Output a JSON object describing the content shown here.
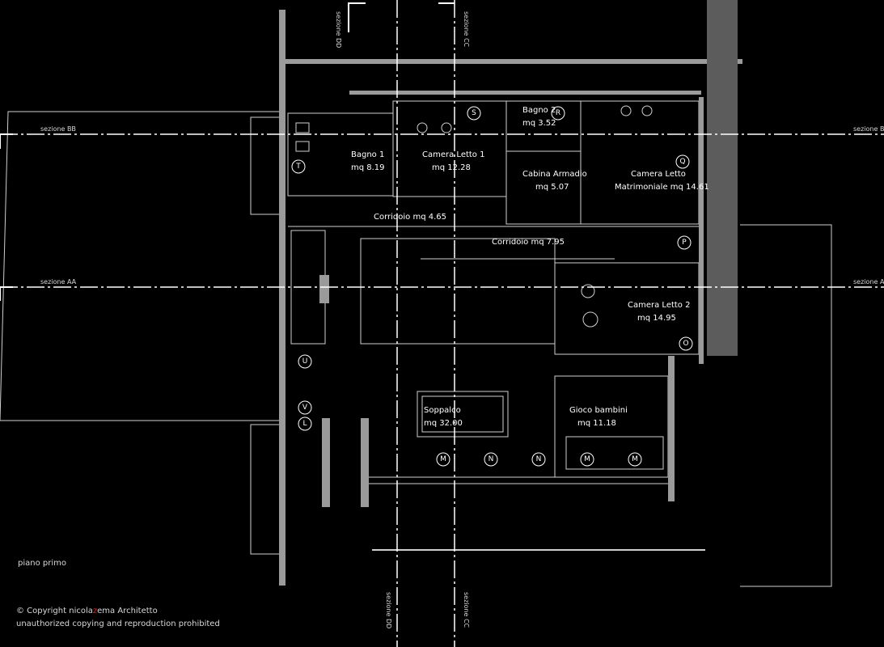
{
  "floor_name": "piano primo",
  "copyright": {
    "line1_prefix": "© Copyright ",
    "brand_a": "nicola",
    "brand_b": "z",
    "brand_c": "ema",
    "brand_suffix": " Architetto",
    "line2": "unauthorized copying and reproduction prohibited"
  },
  "sections": {
    "bb": "sezione BB",
    "aa": "sezione AA",
    "dd": "sezione DD",
    "cc": "sezione CC"
  },
  "rooms": [
    {
      "id": "bagno1",
      "name": "Bagno 1",
      "area": "mq 8.19"
    },
    {
      "id": "camera1",
      "name": "Camera Letto 1",
      "area": "mq 12.28"
    },
    {
      "id": "bagno2",
      "name": "Bagno 2",
      "area": "mq 3.52"
    },
    {
      "id": "cabina",
      "name": "Cabina Armadio",
      "area": "mq 5.07"
    },
    {
      "id": "matrimoniale",
      "name": "Camera Letto",
      "area": "Matrimoniale mq 14.61"
    },
    {
      "id": "corridoio1",
      "name": "Corridoio mq 4.65",
      "area": ""
    },
    {
      "id": "corridoio2",
      "name": "Corridoio mq 7.95",
      "area": ""
    },
    {
      "id": "camera2",
      "name": "Camera Letto 2",
      "area": "mq 14.95"
    },
    {
      "id": "soppalco",
      "name": "Soppalco",
      "area": "mq 32.00"
    },
    {
      "id": "gioco",
      "name": "Gioco bambini",
      "area": "mq 11.18"
    }
  ],
  "markers": [
    "S",
    "R",
    "T",
    "Q",
    "P",
    "O",
    "U",
    "V",
    "L",
    "M",
    "N",
    "N",
    "M",
    "M"
  ],
  "colors": {
    "background": "#000000",
    "lines": "#ffffff",
    "walls": "#9a9a9a",
    "accent": "#e02020"
  }
}
